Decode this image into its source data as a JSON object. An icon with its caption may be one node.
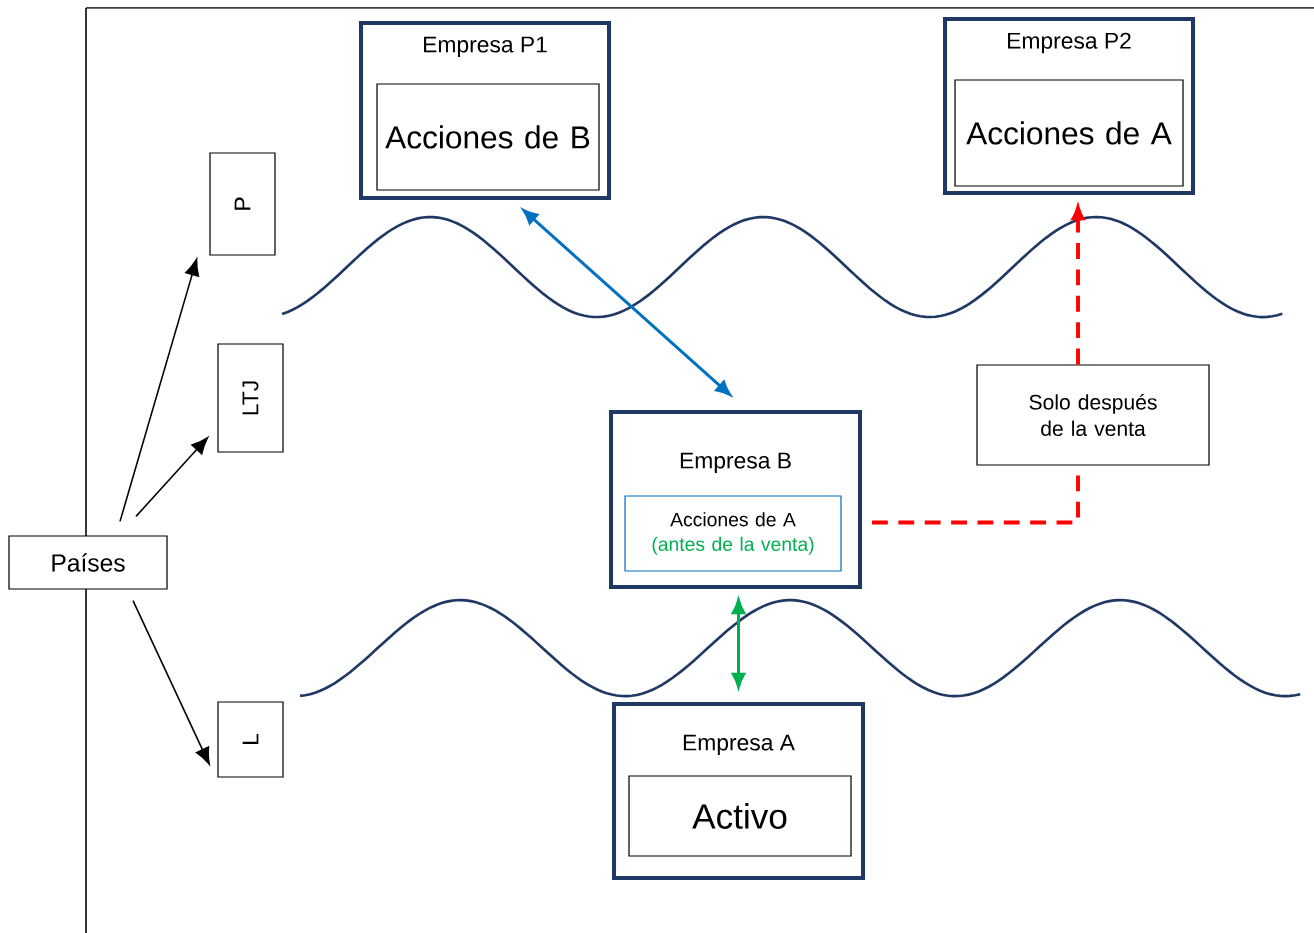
{
  "diagram": {
    "nodes": [
      {
        "text": [
          "Países"
        ]
      },
      {
        "text": [
          "P"
        ]
      },
      {
        "text": [
          "LTJ"
        ]
      },
      {
        "text": [
          "L"
        ]
      },
      {
        "text": [
          "Empresa P1"
        ]
      },
      {
        "text": [
          "Acciones de B"
        ],
        "in": 4
      },
      {
        "text": [
          "Empresa P2"
        ]
      },
      {
        "text": [
          "Acciones de A"
        ],
        "in": 6
      },
      {
        "text": [
          "Empresa B"
        ]
      },
      {
        "text": [
          "Acciones de A",
          "(antes de la venta)"
        ],
        "in": 8
      },
      {
        "text": [
          "Solo después de la venta"
        ]
      },
      {
        "text": [
          "Empresa A"
        ]
      },
      {
        "text": [
          "Activo"
        ],
        "in": 11
      }
    ],
    "edges": [
      {
        "from": 0,
        "to": 1,
        "arrow": "to"
      },
      {
        "from": 0,
        "to": 2,
        "arrow": "to"
      },
      {
        "from": 0,
        "to": 3,
        "arrow": "to"
      },
      {
        "from": 4,
        "to": 8,
        "arrow": "both",
        "color": "#0070c0"
      },
      {
        "from": 8,
        "to": 10,
        "arrow": "none",
        "style": "dashed",
        "color": "#ff0000"
      },
      {
        "from": 10,
        "to": 6,
        "arrow": "to",
        "style": "dashed",
        "color": "#ff0000"
      },
      {
        "from": 8,
        "to": 11,
        "arrow": "both",
        "color": "#00b050"
      }
    ]
  }
}
